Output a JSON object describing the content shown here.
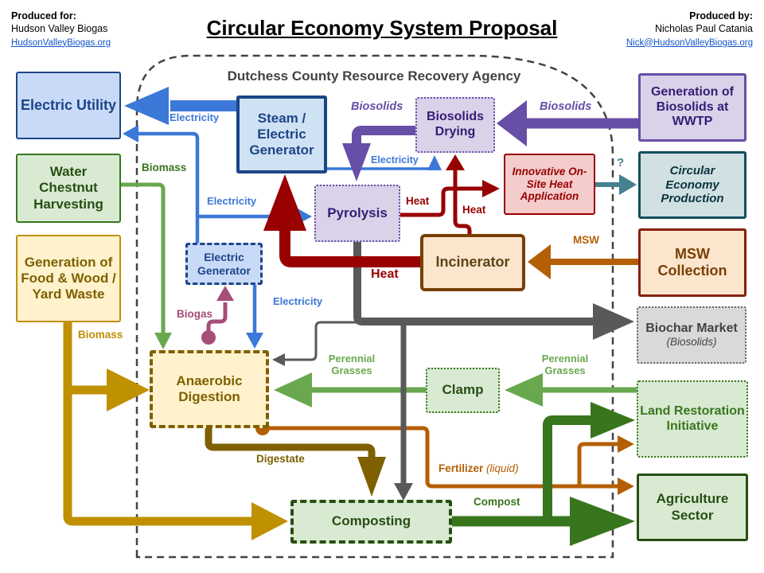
{
  "header": {
    "produced_for": {
      "heading": "Produced for:",
      "name": "Hudson Valley Biogas",
      "link": "HudsonValleyBiogas.org"
    },
    "title": "Circular Economy System Proposal",
    "produced_by": {
      "heading": "Produced by:",
      "name": "Nicholas Paul Catania",
      "link": "Nick@HudsonValleyBiogas.org"
    }
  },
  "boundary": {
    "label": "Dutchess County Resource Recovery Agency"
  },
  "nodes": {
    "electric_utility": "Electric Utility",
    "water_chestnut": "Water Chestnut Harvesting",
    "food_wood_waste": "Generation of Food & Wood / Yard Waste",
    "steam_electric_generator": "Steam / Electric Generator",
    "electric_generator": "Electric Generator",
    "biosolids_drying": "Biosolids Drying",
    "wwtp": "Generation of Biosolids at WWTP",
    "pyrolysis": "Pyrolysis",
    "innovative_heat": "Innovative On-Site Heat Application",
    "circular_economy": "Circular Economy Production",
    "msw_collection": "MSW Collection",
    "incinerator": "Incinerator",
    "biochar_market": {
      "label": "Biochar Market",
      "sublabel": "(Biosolids)"
    },
    "clamp": "Clamp",
    "land_restoration": "Land Restoration Initiative",
    "agriculture": "Agriculture Sector",
    "anaerobic_digestion": "Anaerobic Digestion",
    "composting": "Composting"
  },
  "flow_labels": {
    "electricity_to_utility": "Electricity",
    "electricity_to_pyrolysis": "Electricity",
    "electricity_to_drying": "Electricity",
    "electricity_to_digestion": "Electricity",
    "biomass_chestnut": "Biomass",
    "biomass_food": "Biomass",
    "biosolids_to_pyrolysis": "Biosolids",
    "biosolids_from_wwtp": "Biosolids",
    "heat_pyrolysis": "Heat",
    "heat_incinerator": "Heat",
    "heat_main": "Heat",
    "msw": "MSW",
    "question": "?",
    "biogas": "Biogas",
    "perennial_left": "Perennial Grasses",
    "perennial_right": "Perennial Grasses",
    "digestate": "Digestate",
    "fertilizer": "Fertilizer",
    "fertilizer_qualifier": "(liquid)",
    "compost": "Compost"
  },
  "colors": {
    "electricity_blue": "#3c78d8",
    "box_blue": "#1c4587",
    "biosolids_purple": "#674ea7",
    "heat_red": "#990000",
    "biogas_magenta": "#a64d79",
    "biomass_green": "#6aa84f",
    "compost_green": "#38761d",
    "biomass_yellow": "#bf9000",
    "digestate_olive": "#7f6000",
    "fertilizer_orange": "#b45f06",
    "biochar_gray": "#595959",
    "question_teal": "#45818e",
    "link_blue": "#1155cc",
    "boundary_gray": "#434343"
  }
}
